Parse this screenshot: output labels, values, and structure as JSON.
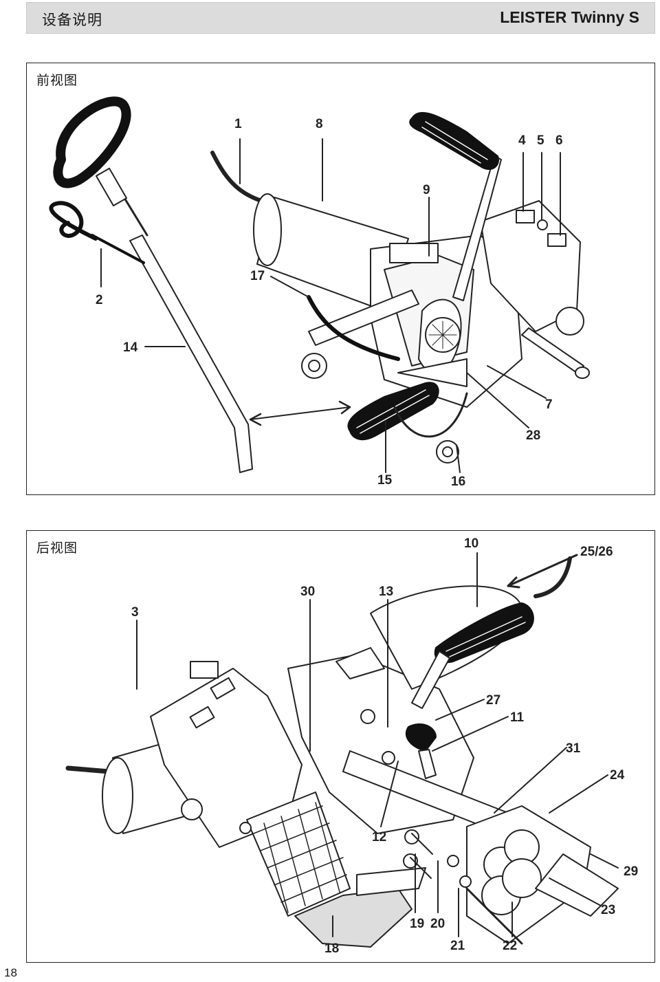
{
  "header": {
    "title": "设备说明",
    "model": "LEISTER Twinny S"
  },
  "front_view": {
    "label": "前视图",
    "callouts": [
      "1",
      "8",
      "9",
      "4",
      "5",
      "6",
      "2",
      "17",
      "14",
      "7",
      "28",
      "15",
      "16"
    ]
  },
  "rear_view": {
    "label": "后视图",
    "callouts": [
      "10",
      "25/26",
      "3",
      "30",
      "13",
      "27",
      "11",
      "31",
      "24",
      "12",
      "29",
      "23",
      "19",
      "20",
      "18",
      "21",
      "22"
    ]
  },
  "page_number": "18"
}
